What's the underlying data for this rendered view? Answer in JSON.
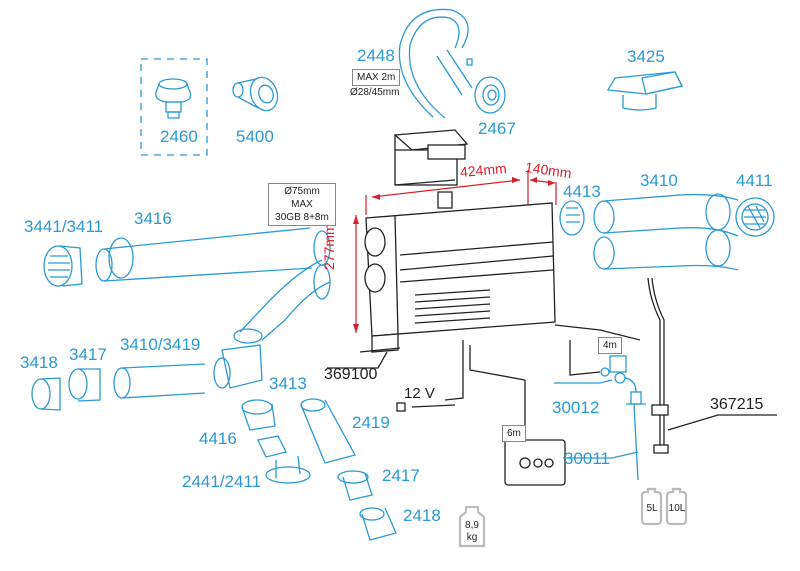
{
  "colors": {
    "parts_accent": "#2a9ad6",
    "dimension": "#d4202a",
    "heater_line": "#222222",
    "icon_grey": "#bbbbbb"
  },
  "dimensions": {
    "width": "424mm",
    "depth": "140mm",
    "height": "277mm"
  },
  "notes": {
    "duct_max_line1": "Ø75mm MAX",
    "duct_max_line2": "30GB 8+8m",
    "exhaust_max": "MAX 2m",
    "exhaust_diameter": "Ø28/45mm",
    "fuel_line": "4m",
    "control_cable": "6m",
    "voltage": "12 V",
    "weight_value": "8,9",
    "weight_unit": "kg",
    "tank_small": "5L",
    "tank_large": "10L"
  },
  "parts": {
    "p2460": "2460",
    "p5400": "5400",
    "p2448": "2448",
    "p2467": "2467",
    "p3425": "3425",
    "p4413": "4413",
    "p3410": "3410",
    "p4411": "4411",
    "p3441_3411": "3441/3411",
    "p3416": "3416",
    "p3418": "3418",
    "p3417": "3417",
    "p3410_3419": "3410/3419",
    "p3413": "3413",
    "p369100": "369100",
    "p4416": "4416",
    "p2419": "2419",
    "p2441_2411": "2441/2411",
    "p2417": "2417",
    "p2418": "2418",
    "p30012": "30012",
    "p30011": "30011",
    "p367215": "367215"
  }
}
